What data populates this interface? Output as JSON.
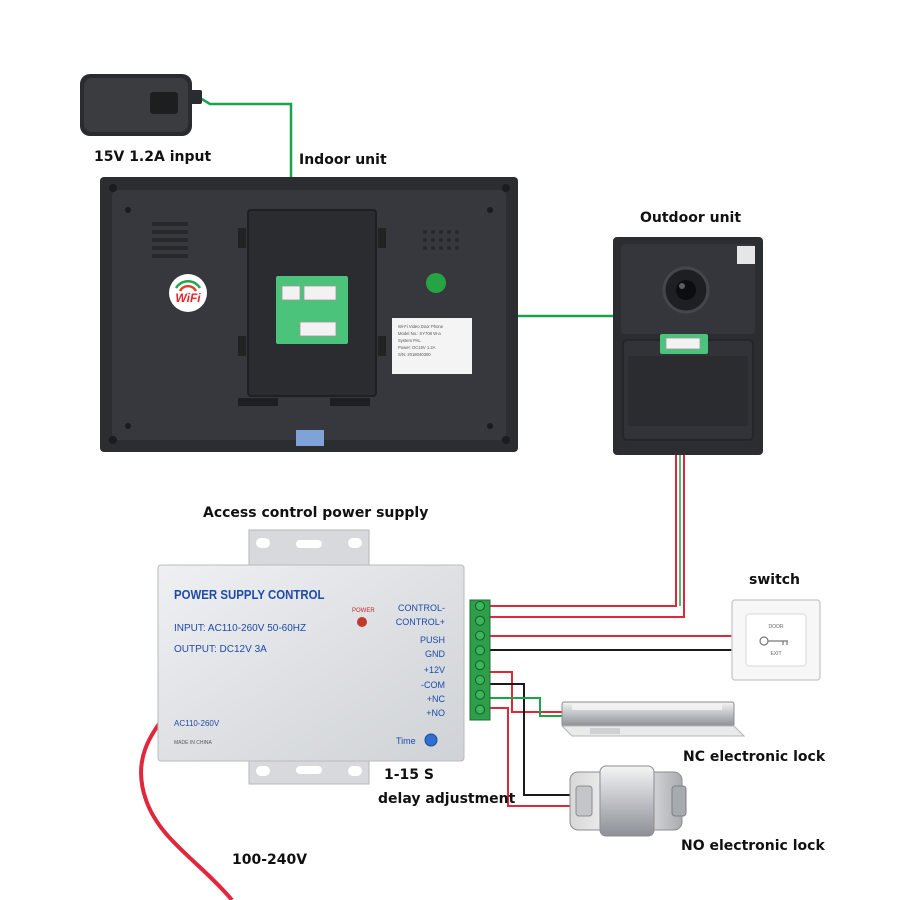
{
  "labels": {
    "adapter_input": "15V 1.2A input",
    "indoor_unit": "Indoor unit",
    "outdoor_unit": "Outdoor unit",
    "access_control_psu": "Access control power supply",
    "switch": "switch",
    "nc_lock": "NC electronic lock",
    "no_lock": "NO electronic lock",
    "delay_range": "1-15 S",
    "delay_adjustment": "delay adjustment",
    "mains_voltage": "100-240V"
  },
  "power_supply": {
    "title": "POWER SUPPLY CONTROL",
    "input": "INPUT: AC110-260V 50-60HZ",
    "output": "OUTPUT: DC12V  3A",
    "power_led": "POWER",
    "ac_label": "AC110-260V",
    "made_in": "MADE IN CHINA",
    "time_label": "Time",
    "terminals": [
      "CONTROL-",
      "CONTROL+",
      "PUSH",
      "GND",
      "+12V",
      "-COM",
      "+NC",
      "+NO"
    ]
  },
  "indoor": {
    "wifi_badge": "WiFi",
    "sticker_lines": [
      "Wi-Fi Video Door Phone",
      "Model No.: SY708 W-a",
      "System PAL",
      "Power: DC15V 1.2A",
      "S/N: 2018040300"
    ]
  },
  "exit_button": {
    "line1": "DOOR",
    "line2": "EXIT"
  },
  "colors": {
    "wire_green": "#1aa34a",
    "wire_red": "#e0283c",
    "wire_black": "#1a1a1a",
    "device_body": "#2b2d31",
    "psu_body": "#e2e4e6",
    "psu_title": "#1f4aa8"
  }
}
